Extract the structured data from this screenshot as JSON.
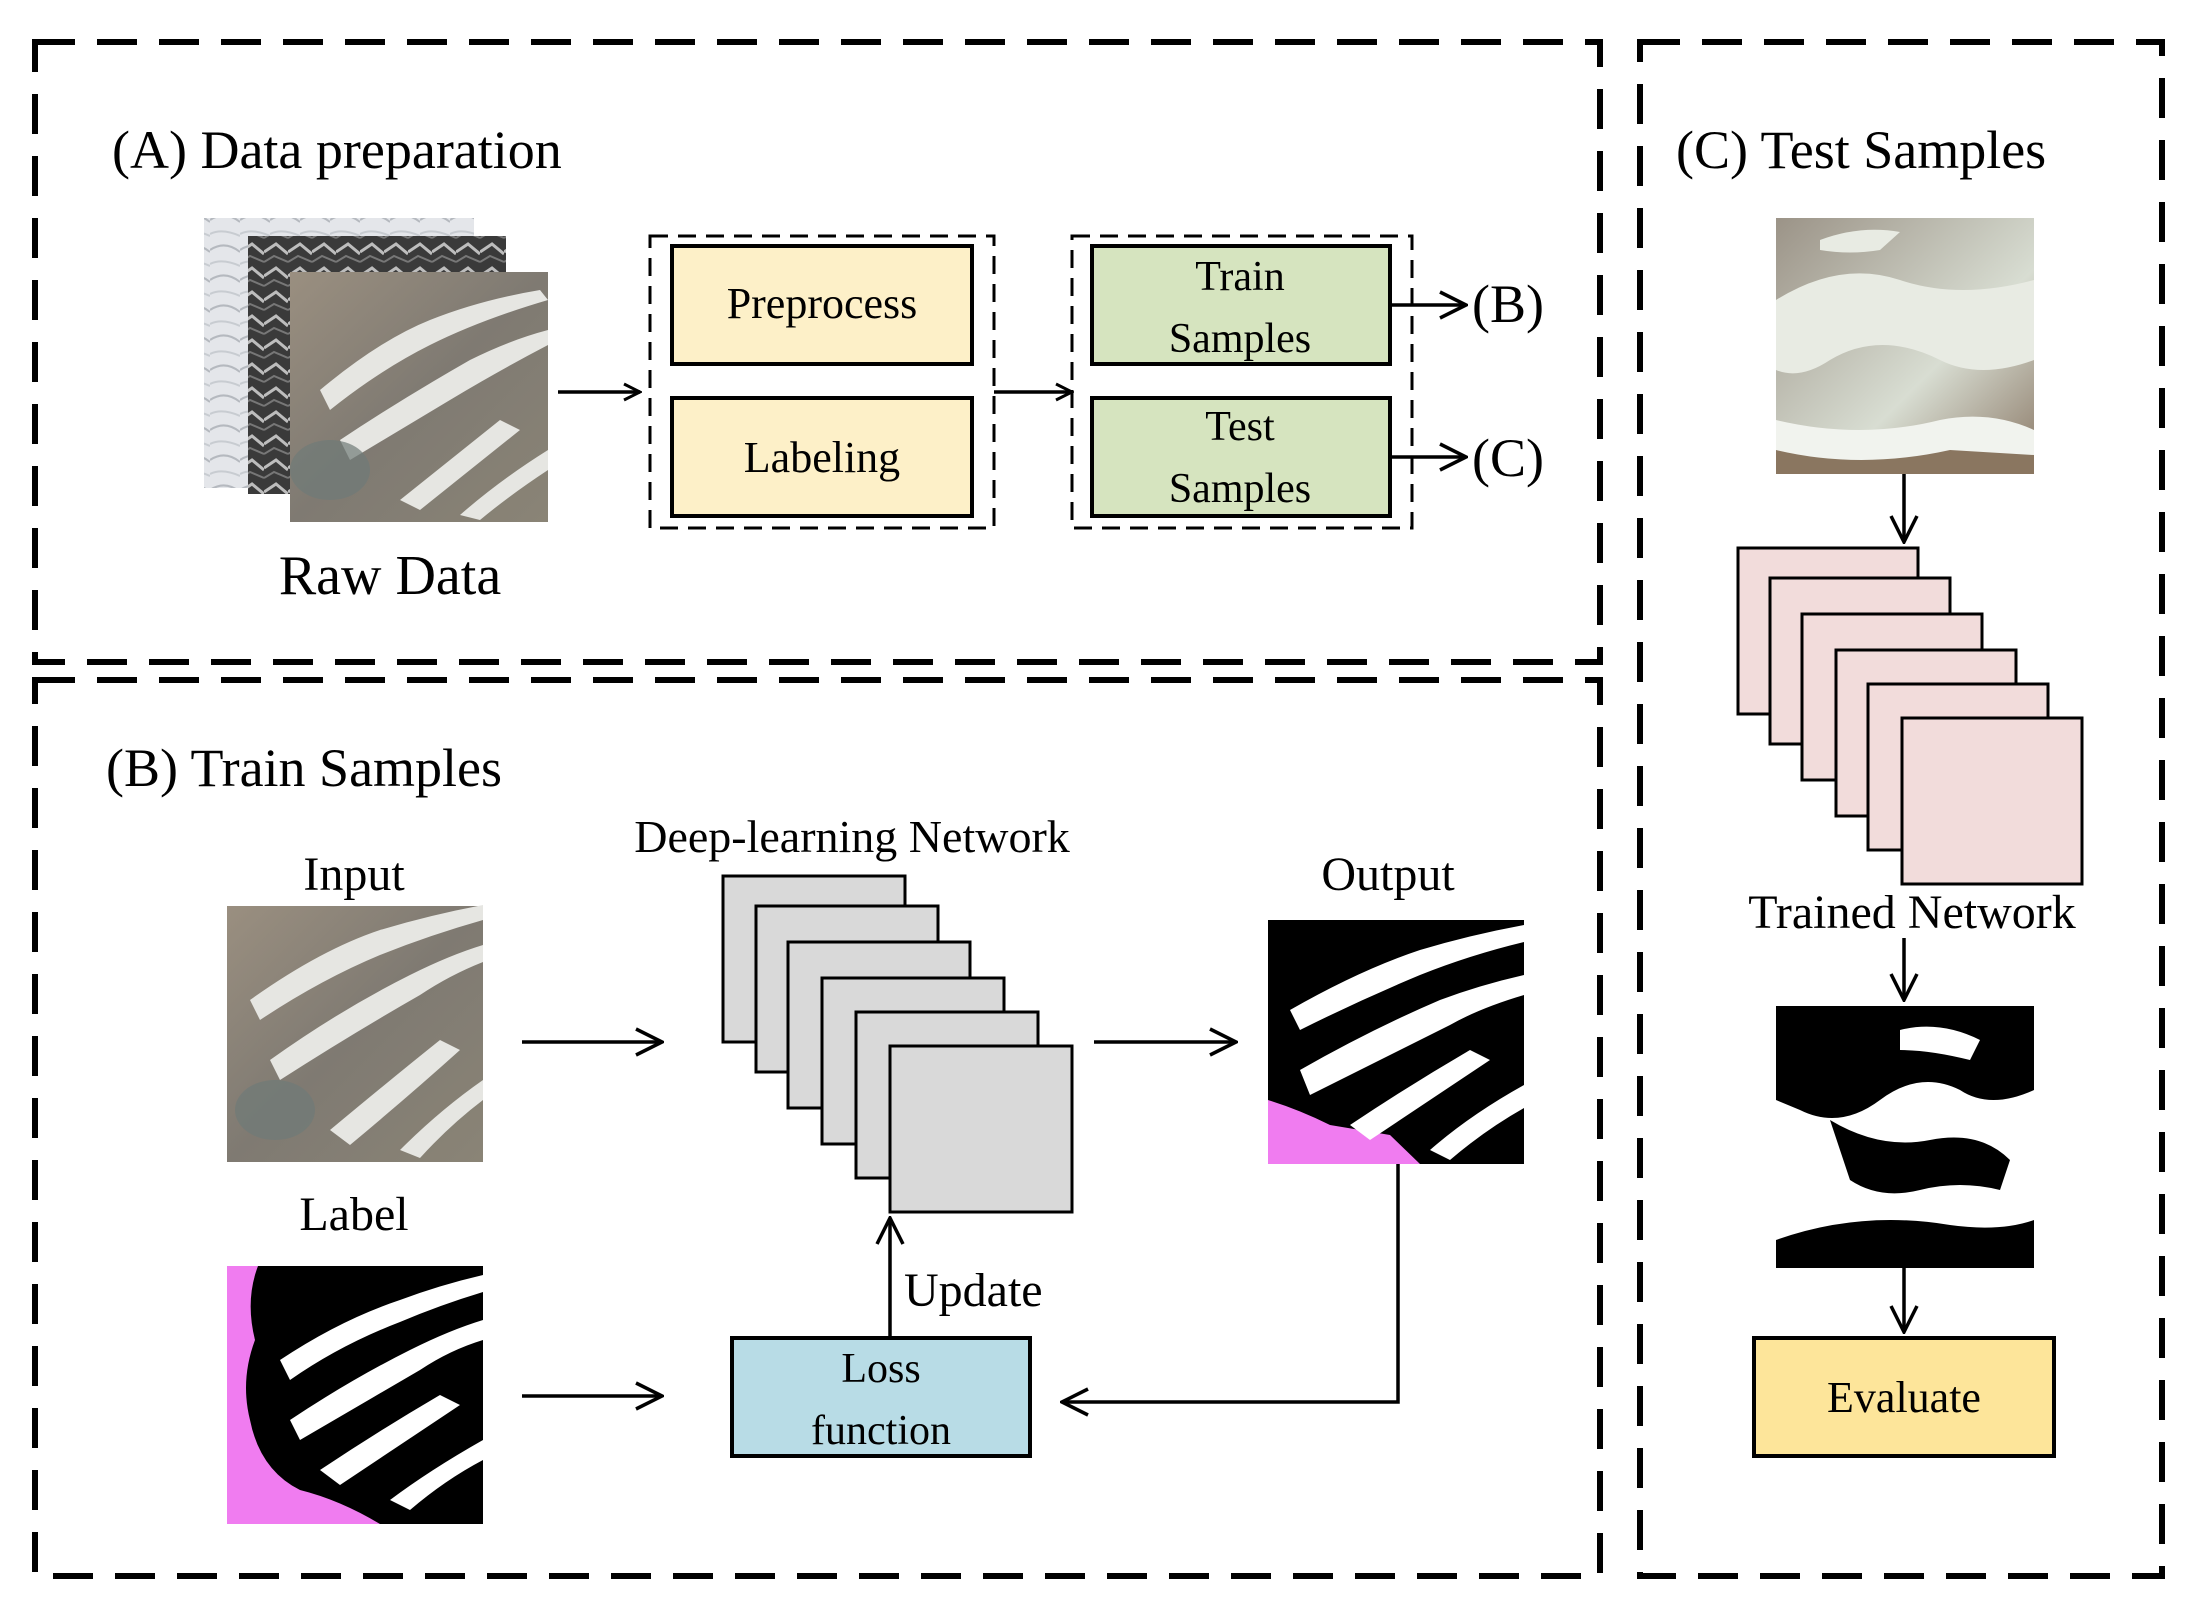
{
  "panel_a": {
    "title": "(A) Data preparation",
    "raw_data_label": "Raw Data",
    "preprocess_label": "Preprocess",
    "labeling_label": "Labeling",
    "train_samples_line1": "Train",
    "train_samples_line2": "Samples",
    "test_samples_line1": "Test",
    "test_samples_line2": "Samples",
    "to_b": "(B)",
    "to_c": "(C)"
  },
  "panel_b": {
    "title": "(B) Train Samples",
    "input_label": "Input",
    "label_label": "Label",
    "network_label": "Deep-learning Network",
    "output_label": "Output",
    "update_label": "Update",
    "loss_line1": "Loss",
    "loss_line2": "function"
  },
  "panel_c": {
    "title": "(C) Test Samples",
    "trained_network_label": "Trained Network",
    "evaluate_label": "Evaluate"
  },
  "colors": {
    "preprocess_fill": "#fdf0c8",
    "samples_fill": "#d6e4bf",
    "loss_fill": "#b8dce6",
    "evaluate_fill": "#fde59a",
    "network_gray": "#d9d9d9",
    "trained_pink": "#f2dcdb",
    "mask_magenta": "#f07cf0"
  }
}
